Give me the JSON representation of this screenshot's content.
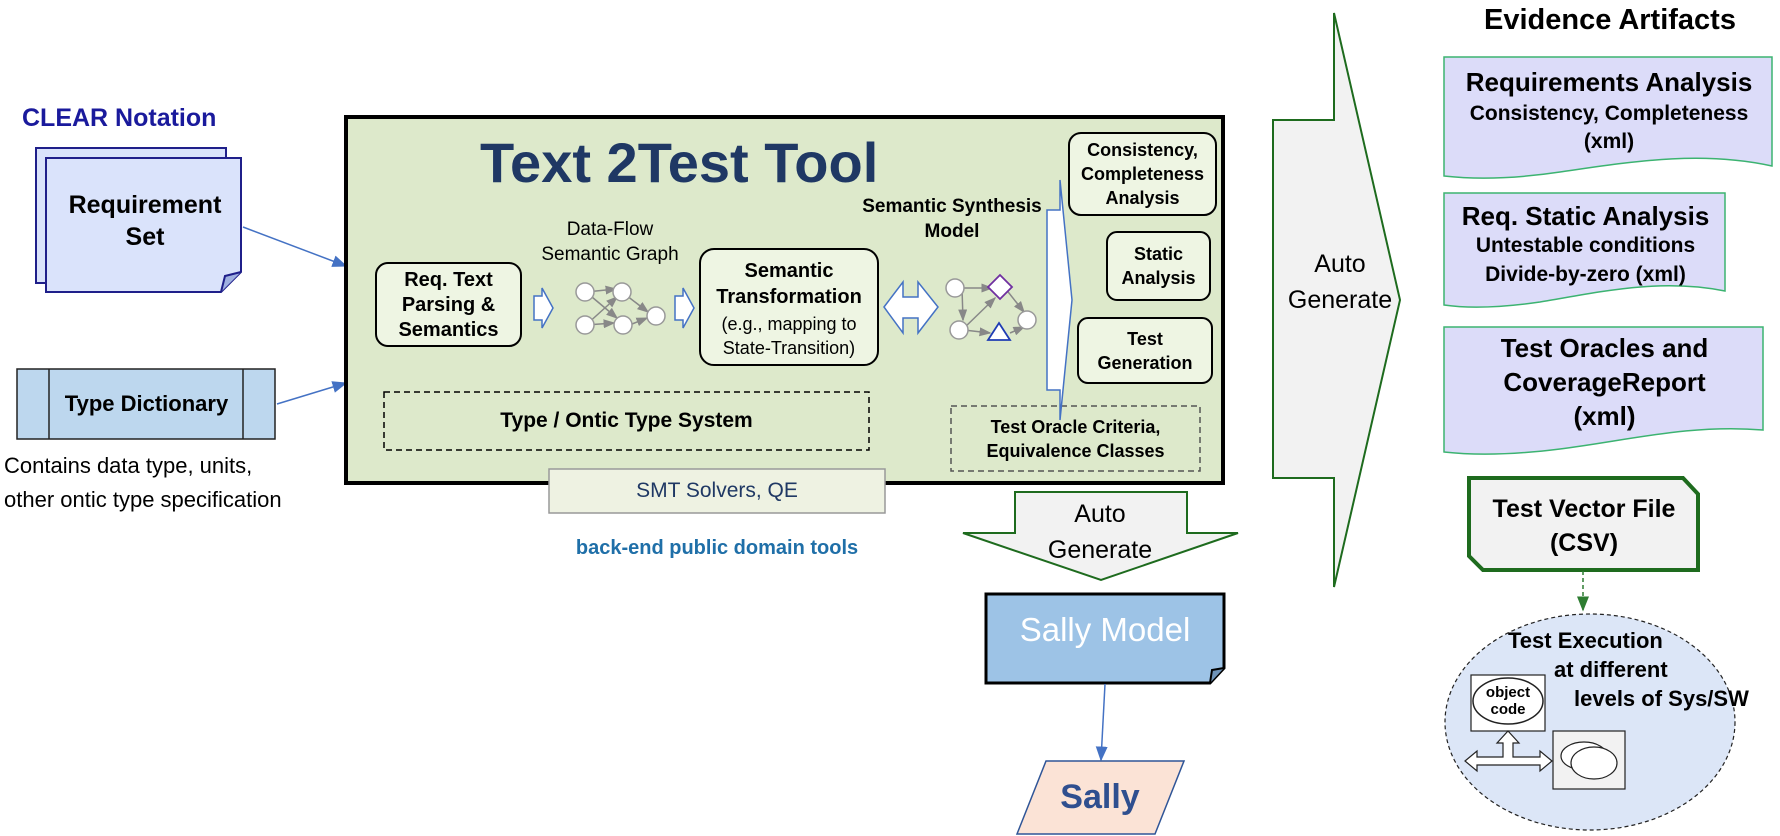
{
  "clear": {
    "title": "CLEAR Notation",
    "requirement_set": "Requirement Set",
    "type_dictionary": "Type Dictionary",
    "type_desc_line1": "Contains data type, units,",
    "type_desc_line2": "other ontic type specification"
  },
  "tool": {
    "title": "Text 2Test Tool",
    "dataflow_label": "Data-Flow Semantic Graph",
    "synthesis_label": "Semantic Synthesis Model",
    "parsing": "Req. Text Parsing & Semantics",
    "transform_title": "Semantic Transformation",
    "transform_note": "(e.g., mapping to State-Transition)",
    "consistency": "Consistency, Completeness Analysis",
    "static": "Static Analysis",
    "testgen": "Test Generation",
    "type_system": "Type / Ontic Type System",
    "oracle_criteria": "Test Oracle Criteria, Equivalence Classes"
  },
  "backend": {
    "smt": "SMT Solvers, QE",
    "note": "back-end public domain tools"
  },
  "auto_generate_1": "Auto Generate",
  "auto_generate_2": "Auto Generate",
  "sally_model": "Sally Model",
  "sally": "Sally",
  "evidence": {
    "title": "Evidence Artifacts",
    "req_analysis_title": "Requirements Analysis",
    "req_analysis_line2": "Consistency, Completeness",
    "req_analysis_line3": "(xml)",
    "static_title": "Req. Static Analysis",
    "static_line2": "Untestable conditions",
    "static_line3": "Divide-by-zero (xml)",
    "oracles_line1": "Test Oracles and",
    "oracles_line2": "CoverageReport",
    "oracles_line3": "(xml)",
    "vector_line1": "Test Vector File",
    "vector_line2": "(CSV)"
  },
  "execution": {
    "line1": "Test Execution",
    "line2": "at different",
    "line3": "levels of Sys/SW",
    "object_code": "object code"
  },
  "colors": {
    "tool_bg": "#dde9cb",
    "navy": "#1f3864",
    "doc_blue": "#dae3fb",
    "type_dict": "#bdd7ee",
    "evidence_fill": "#dcdcf9",
    "evidence_border": "#3cb371",
    "sally_model": "#9dc3e6",
    "sally": "#fbe3d6",
    "smt_fill": "#eef2e2",
    "arrow_blue": "#4472c4",
    "green_arrow": "#2e7d32"
  }
}
